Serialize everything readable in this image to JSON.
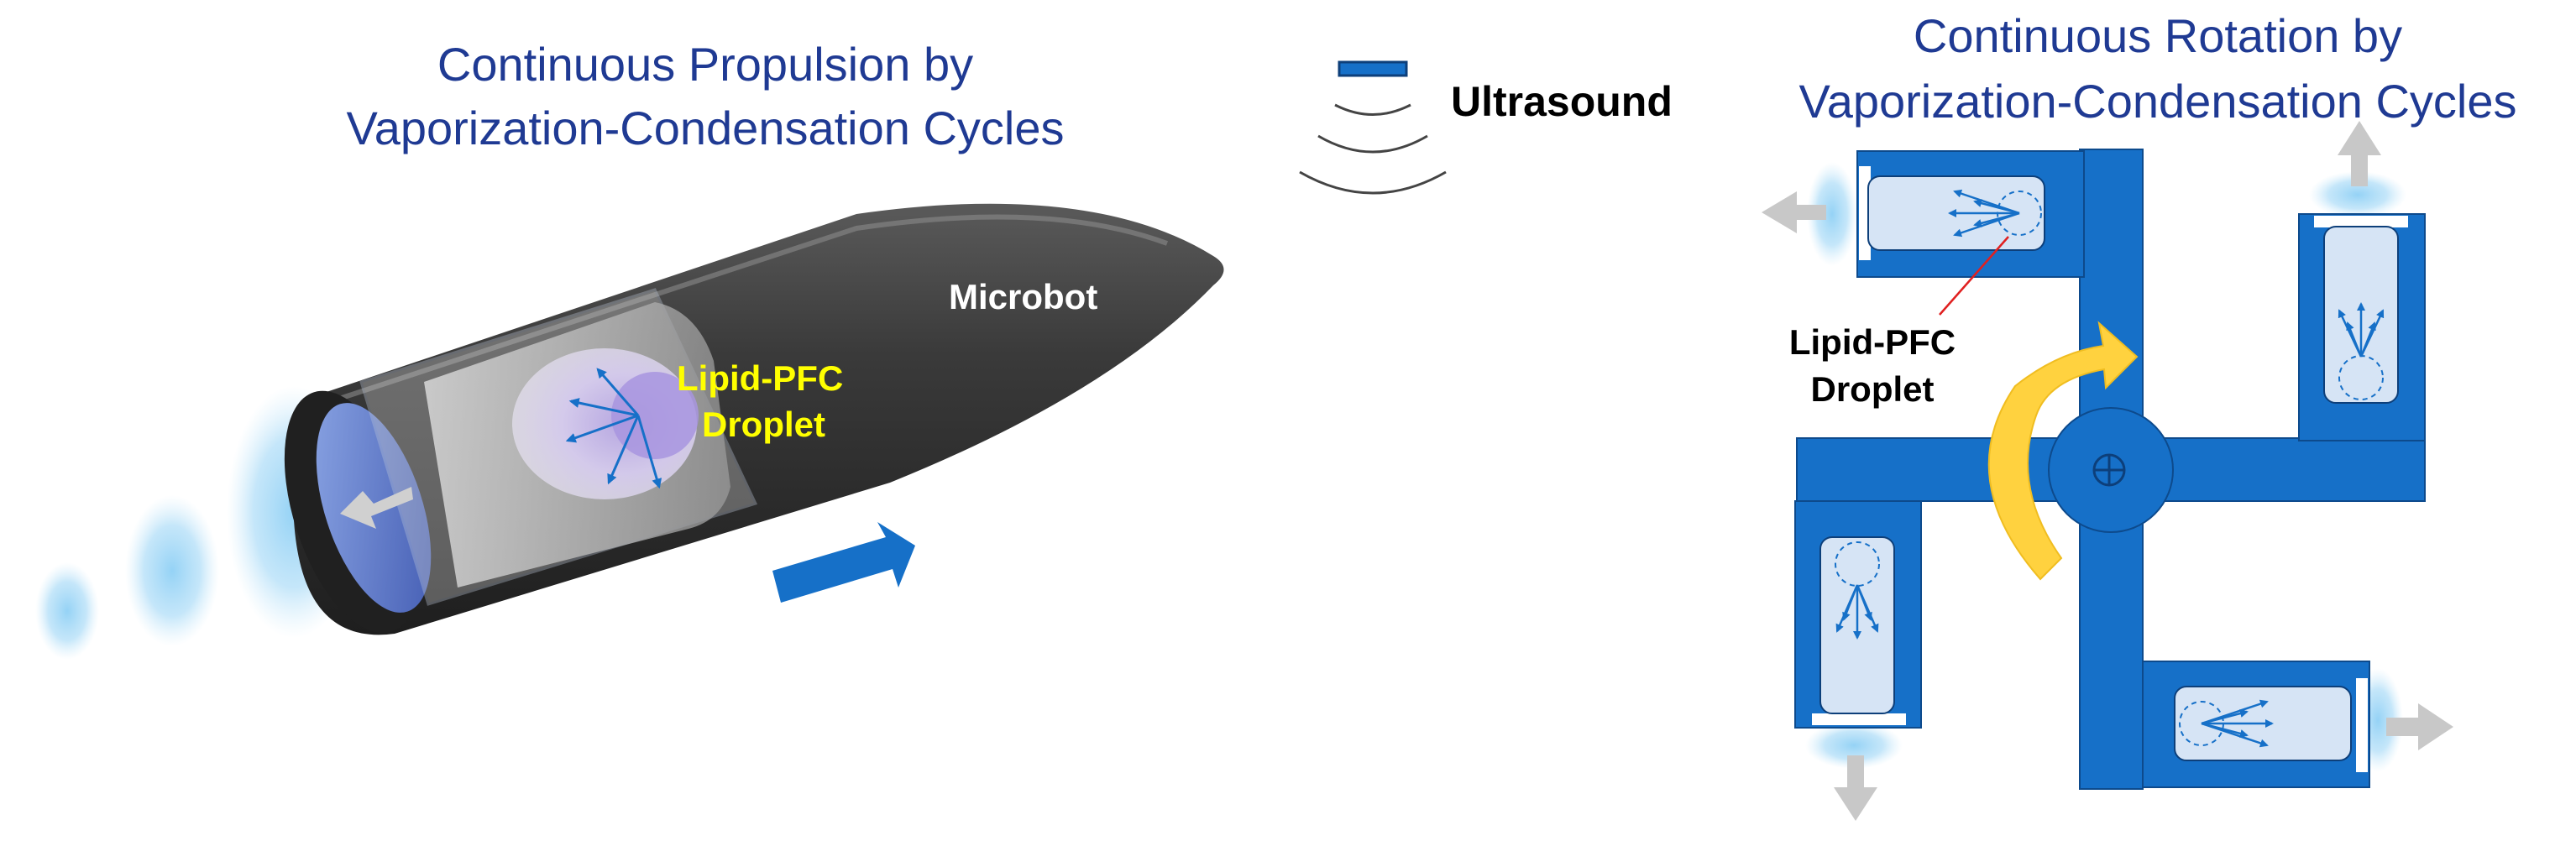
{
  "left_panel": {
    "title_line1": "Continuous Propulsion by",
    "title_line2": "Vaporization-Condensation Cycles",
    "microbot_label": "Microbot",
    "droplet_label_line1": "Lipid-PFC",
    "droplet_label_line2": "Droplet"
  },
  "legend": {
    "ultrasound_label": "Ultrasound",
    "icon": "ultrasound-transducer-icon"
  },
  "right_panel": {
    "title_line1": "Continuous Rotation by",
    "title_line2": "Vaporization-Condensation Cycles",
    "droplet_label_line1": "Lipid-PFC",
    "droplet_label_line2": "Droplet"
  },
  "colors": {
    "title_blue": "#1f3a93",
    "rotor_blue": "#1670c8",
    "arrow_blue": "#1670c8",
    "rotation_arrow_yellow": "#ffd23f",
    "thrust_arrow_gray": "#c8c8c8",
    "bubble_light_blue": "#8fd0f5",
    "droplet_label_yellow": "#ffff00",
    "microbot_body": "#3a3a3a"
  }
}
